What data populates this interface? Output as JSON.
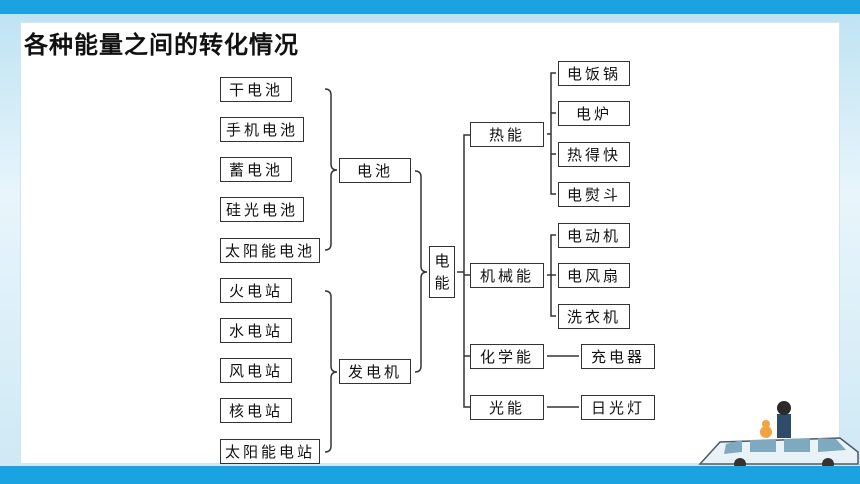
{
  "title": "各种能量之间的转化情况",
  "sources": {
    "battery_group": [
      "干电池",
      "手机电池",
      "蓄电池",
      "硅光电池",
      "太阳能电池"
    ],
    "generator_group": [
      "火电站",
      "水电站",
      "风电站",
      "核电站",
      "太阳能电站"
    ]
  },
  "intermediate": {
    "battery": "电池",
    "generator": "发电机"
  },
  "center": {
    "line1": "电",
    "line2": "能"
  },
  "targets": {
    "heat": {
      "label": "热能",
      "items": [
        "电饭锅",
        "电炉",
        "热得快",
        "电熨斗"
      ]
    },
    "mechanical": {
      "label": "机械能",
      "items": [
        "电动机",
        "电风扇",
        "洗衣机"
      ]
    },
    "chemical": {
      "label": "化学能",
      "items": [
        "充电器"
      ]
    },
    "light": {
      "label": "光能",
      "items": [
        "日光灯"
      ]
    }
  },
  "colors": {
    "bar": "#1aa3e0",
    "box_border": "#333333"
  }
}
